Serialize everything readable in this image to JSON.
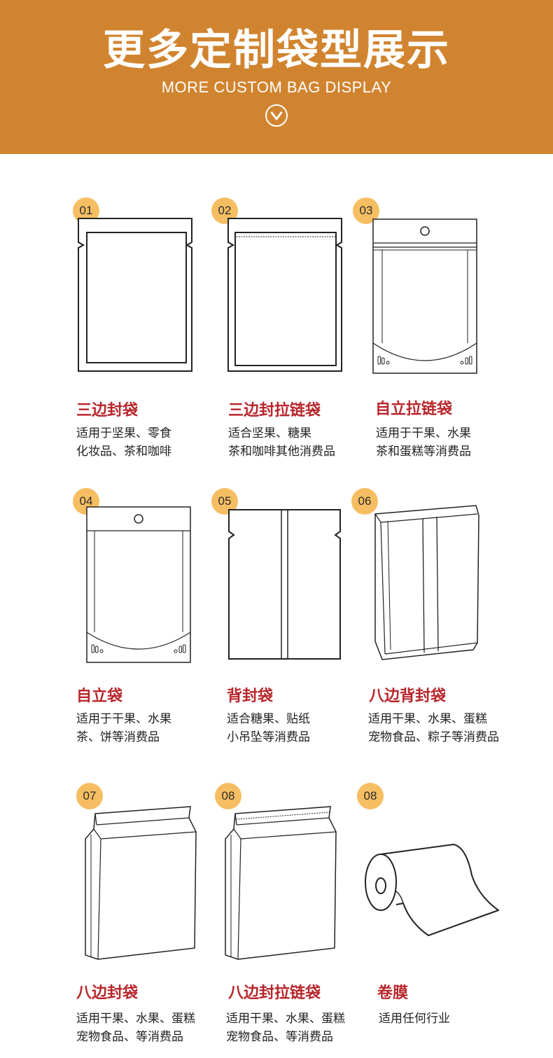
{
  "header": {
    "title": "更多定制袋型展示",
    "subtitle": "MORE CUSTOM BAG DISPLAY",
    "icon": "chevron-down-circle-icon"
  },
  "colors": {
    "banner": "#d1842f",
    "badge": "#f6be62",
    "title_red": "#b8262c"
  },
  "items": [
    {
      "num": "01",
      "name": "三边封袋",
      "desc": [
        "适用于坚果、零食",
        "化妆品、茶和咖啡"
      ]
    },
    {
      "num": "02",
      "name": "三边封拉链袋",
      "desc": [
        "适合坚果、糖果",
        "茶和咖啡其他消费品"
      ]
    },
    {
      "num": "03",
      "name": "自立拉链袋",
      "desc": [
        "适用于干果、水果",
        "茶和蛋糕等消费品"
      ]
    },
    {
      "num": "04",
      "name": "自立袋",
      "desc": [
        "适用于干果、水果",
        "茶、饼等消费品"
      ]
    },
    {
      "num": "05",
      "name": "背封袋",
      "desc": [
        "适合糖果、贴纸",
        "小吊坠等消费品"
      ]
    },
    {
      "num": "06",
      "name": "八边背封袋",
      "desc": [
        "适用干果、水果、蛋糕",
        "宠物食品、粽子等消费品"
      ]
    },
    {
      "num": "07",
      "name": "八边封袋",
      "desc": [
        "适用干果、水果、蛋糕",
        "宠物食品、等消费品"
      ]
    },
    {
      "num": "08",
      "name": "八边封拉链袋",
      "desc": [
        "适用干果、水果、蛋糕",
        "宠物食品、等消费品"
      ]
    },
    {
      "num": "08",
      "name": "卷膜",
      "desc": [
        "适用任何行业"
      ]
    }
  ]
}
